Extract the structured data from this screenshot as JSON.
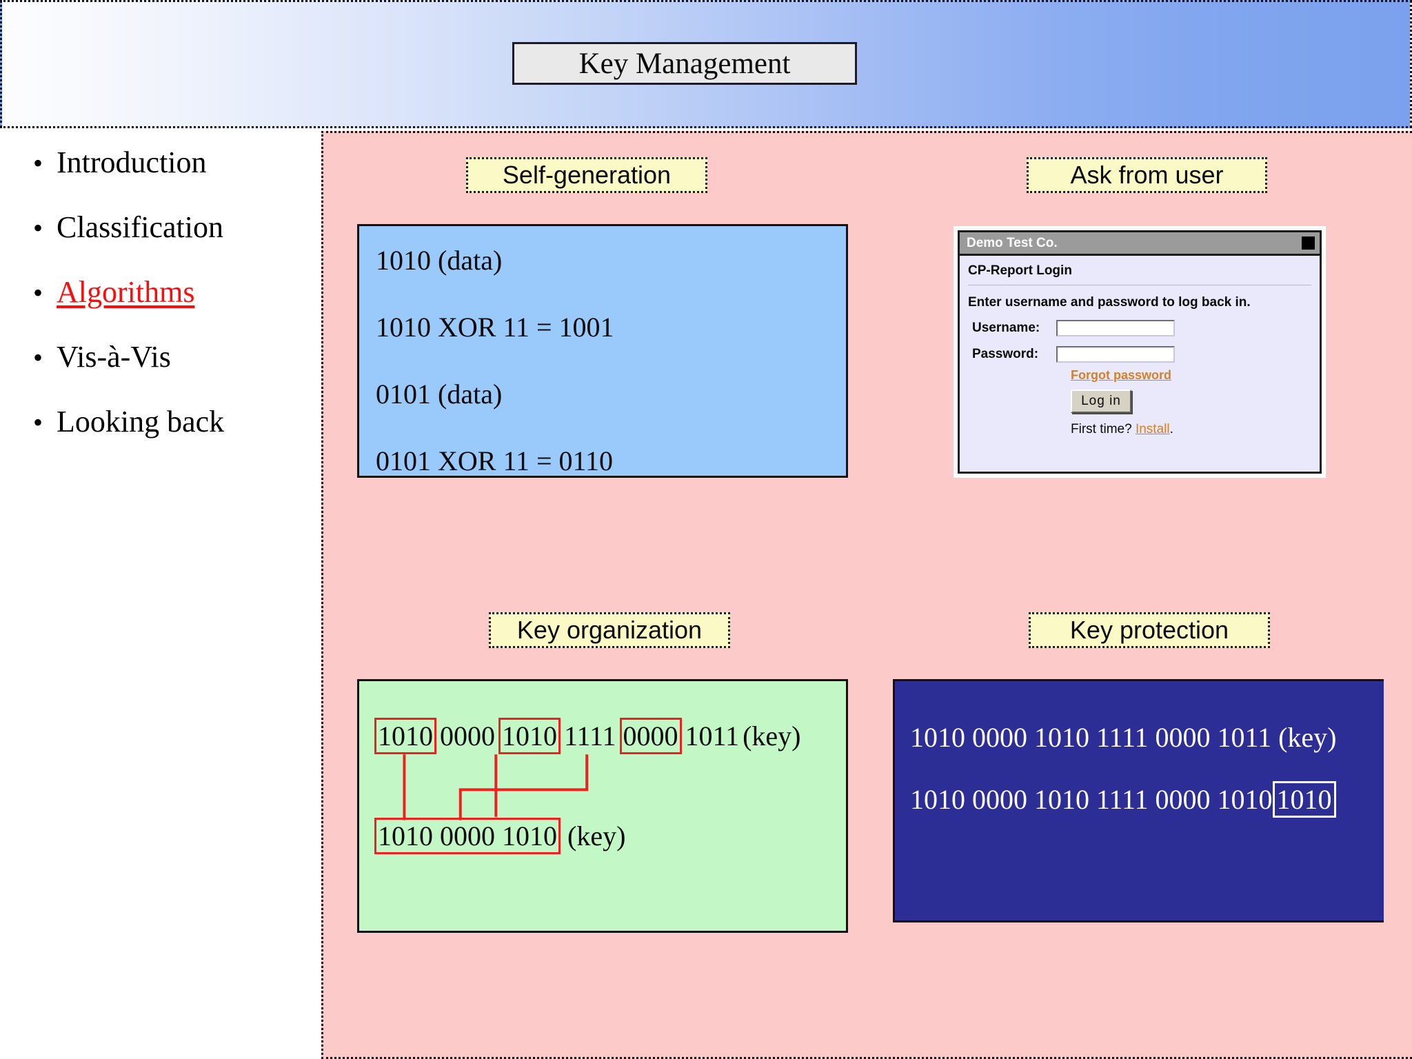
{
  "header": {
    "title": "Key Management"
  },
  "sidebar": {
    "items": [
      {
        "label": "Introduction",
        "active": false
      },
      {
        "label": "Classification",
        "active": false
      },
      {
        "label": "Algorithms",
        "active": true
      },
      {
        "label": "Vis-à-Vis",
        "active": false
      },
      {
        "label": "Looking back",
        "active": false
      }
    ],
    "bullet": "•"
  },
  "sections": {
    "self_generation": {
      "label": "Self-generation",
      "lines": [
        "1010 (data)",
        "1010 XOR 11 = 1001",
        "0101 (data)",
        "0101 XOR 11 = 0110"
      ]
    },
    "ask_from_user": {
      "label": "Ask from user"
    },
    "key_organization": {
      "label": "Key organization",
      "source_segments": [
        "1010",
        "0000",
        "1010",
        "1111",
        "0000",
        "1011"
      ],
      "source_suffix": "(key)",
      "highlighted_source_indices": [
        0,
        2,
        4
      ],
      "result_segments": [
        "1010",
        "0000",
        "1010"
      ],
      "result_suffix": "(key)"
    },
    "key_protection": {
      "label": "Key protection",
      "line1": "1010 0000 1010 1111 0000 1011 (key)",
      "line2_prefix": "1010 0000 1010 1111 0000 1010",
      "line2_boxed": "1010"
    }
  },
  "login_dialog": {
    "app_name": "Demo Test Co.",
    "close_button": "titlebar-square-button",
    "heading": "CP-Report Login",
    "instruction": "Enter username and password to log back in.",
    "username_label": "Username:",
    "username_value": "",
    "username_placeholder": "",
    "password_label": "Password:",
    "password_value": "",
    "password_placeholder": "",
    "forgot_password_link": "Forgot password",
    "login_button": "Log in",
    "first_time_text": "First time? ",
    "install_link": "Install",
    "first_time_period": "."
  },
  "colors": {
    "content_background": "#fdcaca",
    "self_generation_box": "#9ac9fb",
    "key_organization_box": "#c4f7c6",
    "key_protection_box": "#2d2d96",
    "section_label": "#fbfac6",
    "active_nav": "#fc0d0d",
    "highlight_red": "#ee2020",
    "link_orange": "#d2802a"
  }
}
